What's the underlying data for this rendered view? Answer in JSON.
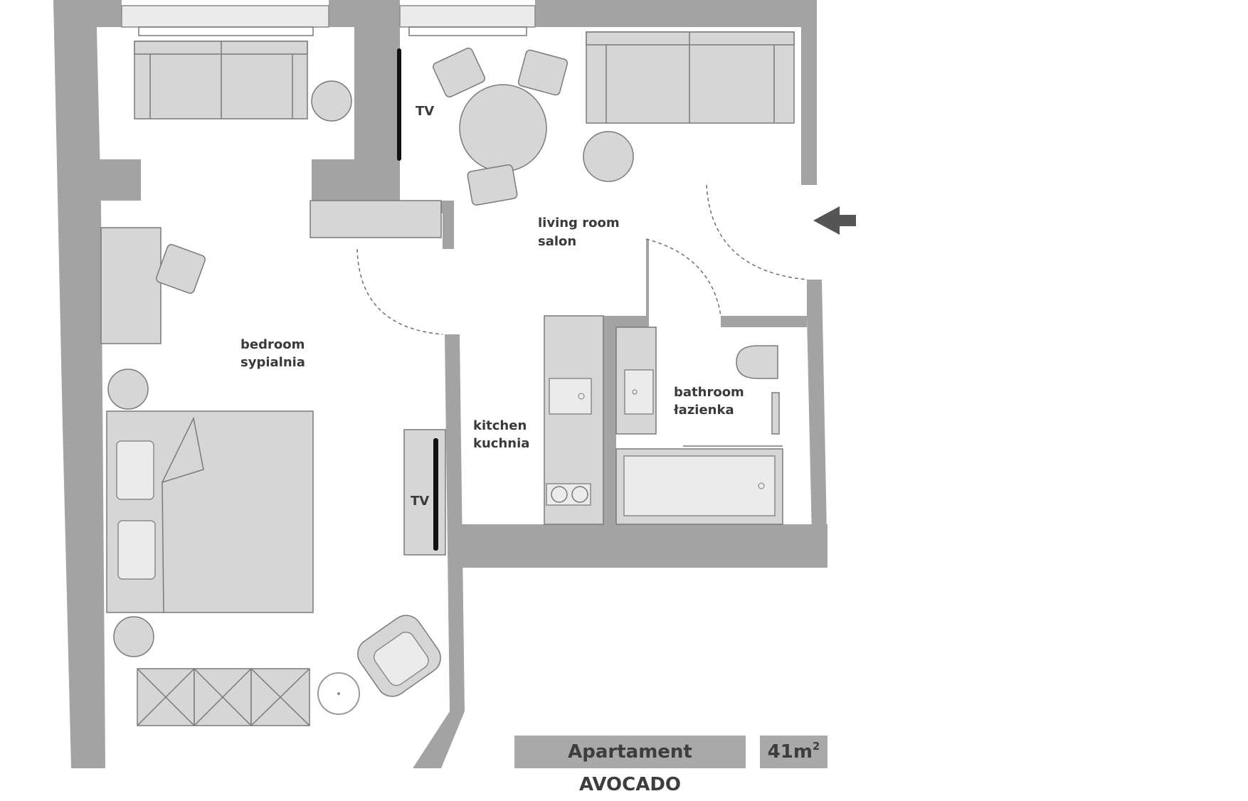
{
  "rooms": {
    "living_room": {
      "en": "living room",
      "pl": "salon"
    },
    "bedroom": {
      "en": "bedroom",
      "pl": "sypialnia"
    },
    "kitchen": {
      "en": "kitchen",
      "pl": "kuchnia"
    },
    "bathroom": {
      "en": "bathroom",
      "pl": "łazienka"
    }
  },
  "tv_labels": {
    "living_room": "TV",
    "bedroom": "TV"
  },
  "apartment": {
    "name": "Apartament AVOCADO",
    "area_value": "41m",
    "area_unit_sup": "2"
  },
  "colors": {
    "walls": "#a3a3a3",
    "furniture": "#d6d6d6",
    "labels": "#3a3a3a",
    "badge": "#a9a9a9"
  },
  "icons": {
    "entrance": "entrance-arrow-icon"
  }
}
